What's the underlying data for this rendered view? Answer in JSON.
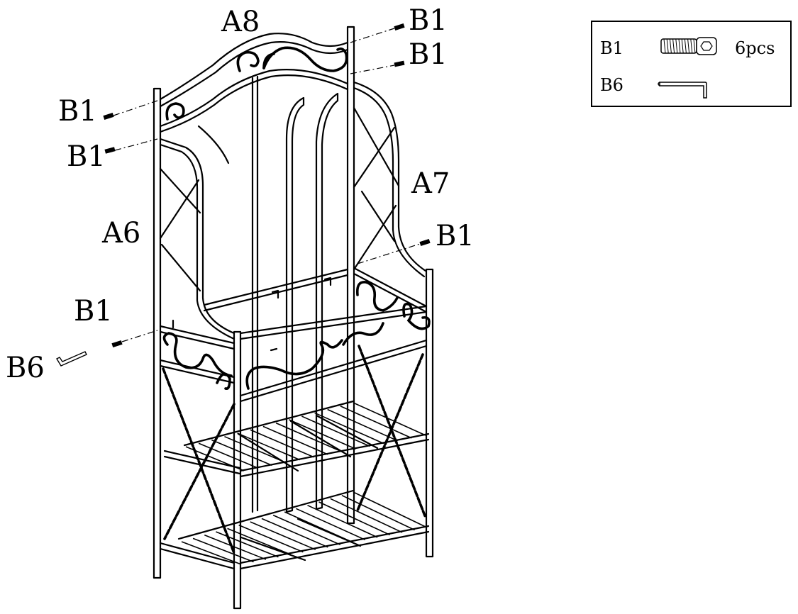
{
  "parts": {
    "top_arch": "A8",
    "right_side": "A7",
    "left_side": "A6"
  },
  "callouts": {
    "b1_top_1": "B1",
    "b1_top_2": "B1",
    "b1_left_1": "B1",
    "b1_left_2": "B1",
    "b1_right": "B1",
    "b1_lower_left": "B1",
    "b6_lower_left": "B6"
  },
  "hardware_table": {
    "rows": [
      {
        "code": "B1",
        "icon": "bolt-icon",
        "qty": "6pcs"
      },
      {
        "code": "B6",
        "icon": "allen-key-icon",
        "qty": ""
      }
    ]
  }
}
